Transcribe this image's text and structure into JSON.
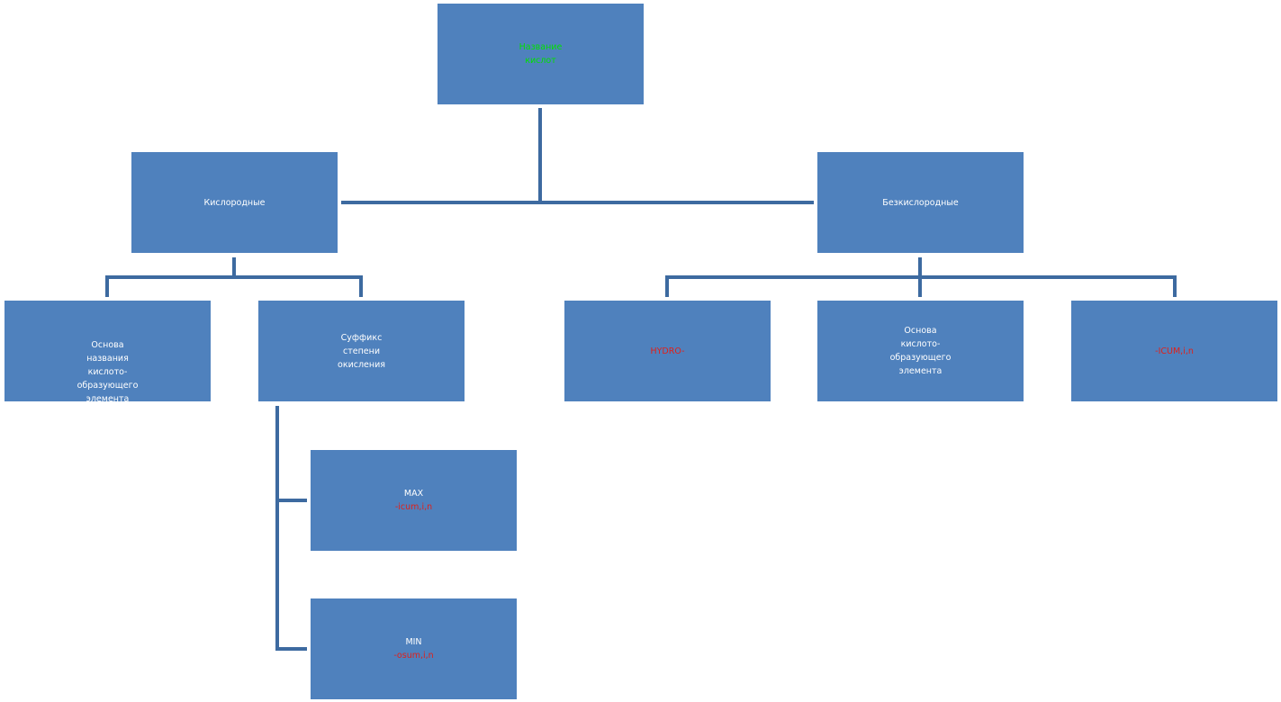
{
  "colors": {
    "box_fill": "#4f81bd",
    "connector": "#3d6aa0",
    "text_default": "#ffffff",
    "text_green": "#00e000",
    "text_red": "#e0201a"
  },
  "nodes": {
    "root": {
      "lines": [
        {
          "text": "Название",
          "color": "#00e000"
        },
        {
          "text": "кислот",
          "color": "#00e000"
        }
      ]
    },
    "oxygen": {
      "lines": [
        {
          "text": "Кислородные",
          "color": "#ffffff"
        }
      ]
    },
    "oxygen_free": {
      "lines": [
        {
          "text": "Безкислородные",
          "color": "#ffffff"
        }
      ]
    },
    "base_name": {
      "lines": [
        {
          "text": "Основа",
          "color": "#ffffff"
        },
        {
          "text": "названия",
          "color": "#ffffff"
        },
        {
          "text": "кислото-",
          "color": "#ffffff"
        },
        {
          "text": "образующего",
          "color": "#ffffff"
        },
        {
          "text": "элемента",
          "color": "#ffffff"
        }
      ]
    },
    "suffix": {
      "lines": [
        {
          "text": "Суффикс",
          "color": "#ffffff"
        },
        {
          "text": "степени",
          "color": "#ffffff"
        },
        {
          "text": "окисления",
          "color": "#ffffff"
        }
      ]
    },
    "hydro": {
      "lines": [
        {
          "text": "HYDRO-",
          "color": "#e0201a"
        }
      ]
    },
    "base_element": {
      "lines": [
        {
          "text": "Основа",
          "color": "#ffffff"
        },
        {
          "text": "кислото-",
          "color": "#ffffff"
        },
        {
          "text": "образующего",
          "color": "#ffffff"
        },
        {
          "text": "элемента",
          "color": "#ffffff"
        }
      ]
    },
    "icum": {
      "lines": [
        {
          "text": "-ICUM,i,n",
          "color": "#e0201a"
        }
      ]
    },
    "max": {
      "lines": [
        {
          "text": "MAX",
          "color": "#ffffff"
        },
        {
          "text": "-icum,i,n",
          "color": "#e0201a"
        }
      ]
    },
    "min": {
      "lines": [
        {
          "text": "MIN",
          "color": "#ffffff"
        },
        {
          "text": "-osum,i,n",
          "color": "#e0201a"
        }
      ]
    }
  }
}
